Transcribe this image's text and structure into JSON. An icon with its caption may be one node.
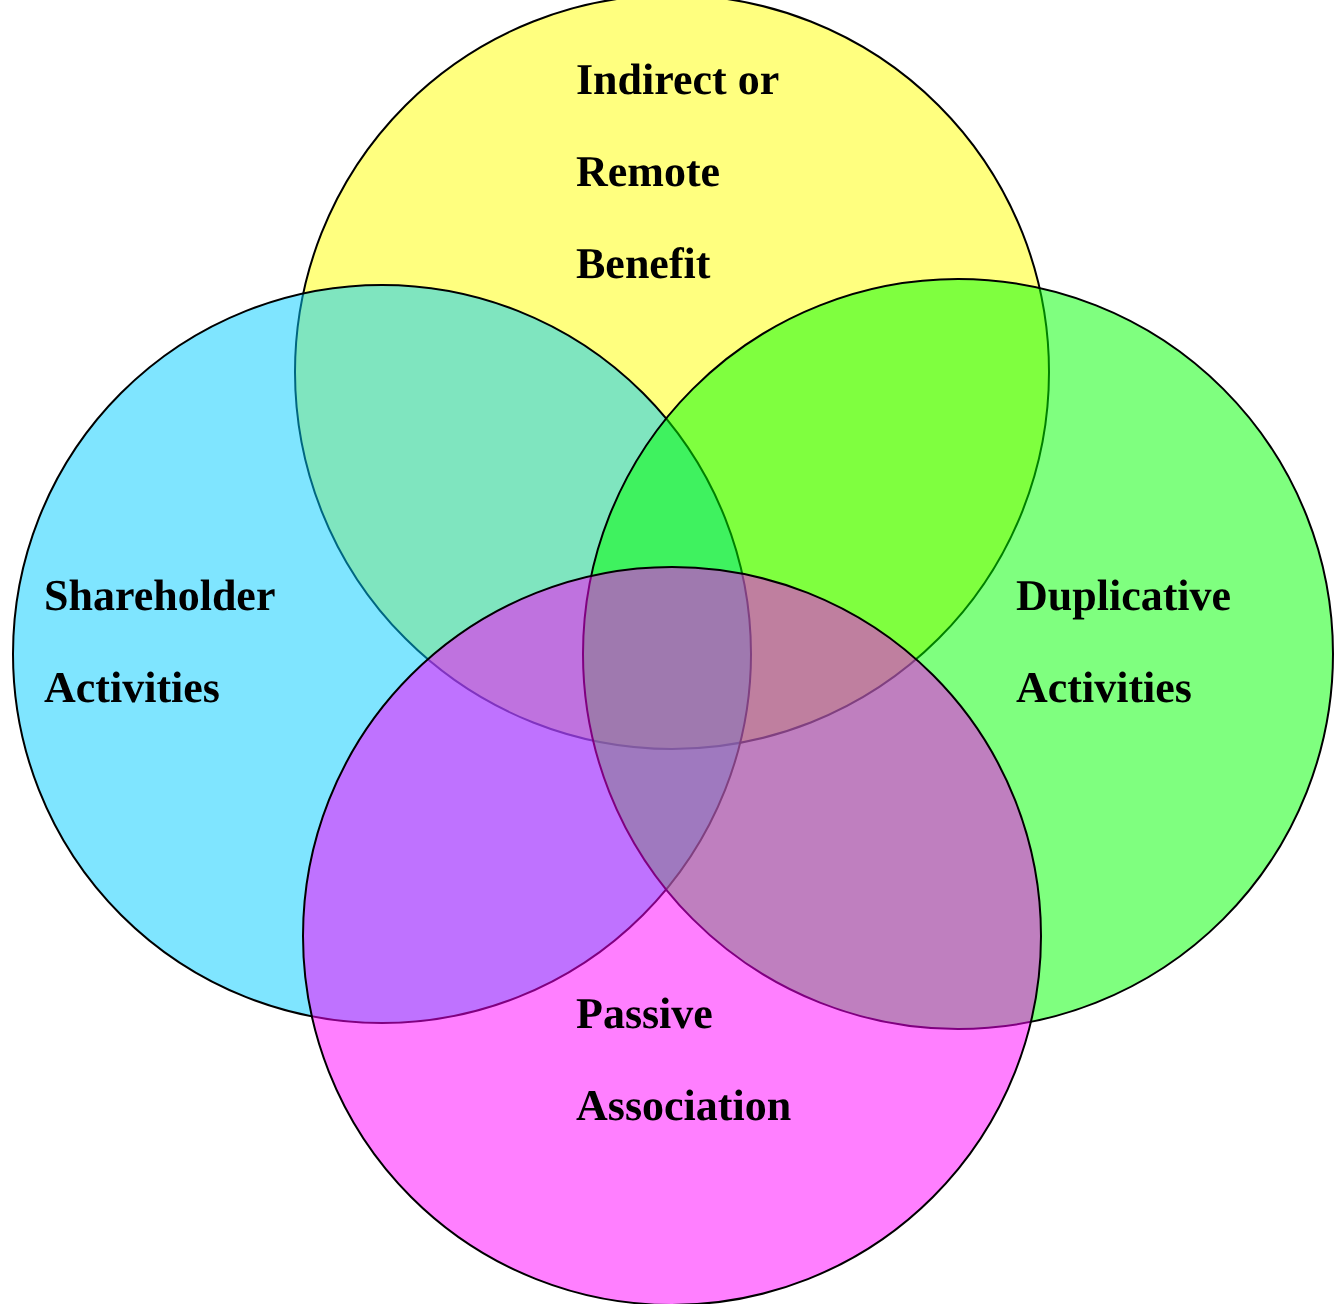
{
  "diagram": {
    "nodes": [
      {
        "text": [
          "Indirect or Remote Benefit"
        ]
      },
      {
        "text": [
          "Shareholder Activities"
        ]
      },
      {
        "text": [
          "Duplicative Activities"
        ]
      },
      {
        "text": [
          "Passive Association"
        ]
      }
    ]
  }
}
